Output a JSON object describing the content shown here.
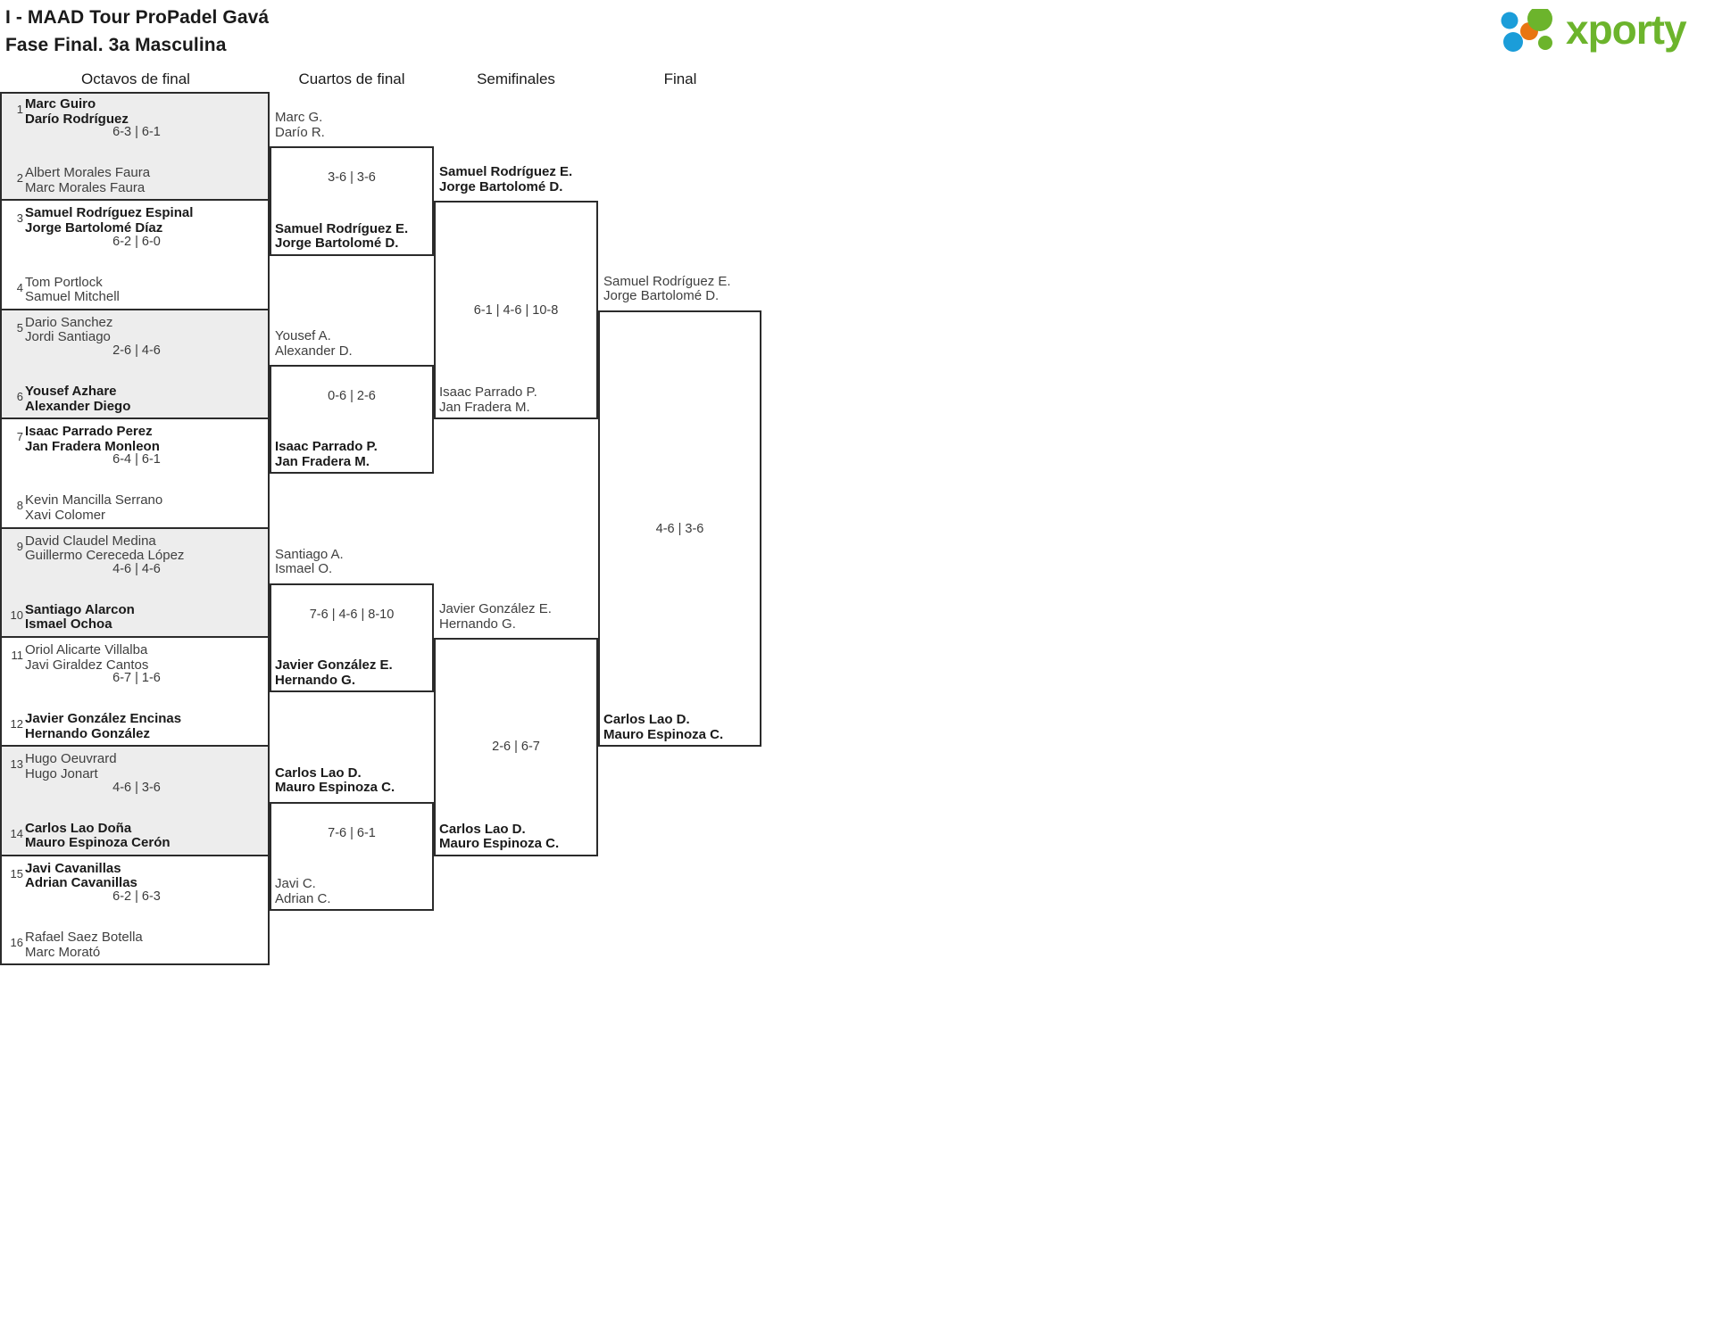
{
  "header": {
    "title_line1": "I - MAAD Tour ProPadel Gavá",
    "title_line2": "Fase Final. 3a Masculina",
    "logo_text": "xporty",
    "logo_colors": {
      "green": "#6cb42c",
      "blue": "#1b9dd9",
      "orange": "#e87511"
    }
  },
  "rounds": [
    {
      "label": "Octavos de final"
    },
    {
      "label": "Cuartos de final"
    },
    {
      "label": "Semifinales"
    },
    {
      "label": "Final"
    }
  ],
  "round1": {
    "seeds": [
      "1",
      "2",
      "3",
      "4",
      "5",
      "6",
      "7",
      "8",
      "9",
      "10",
      "11",
      "12",
      "13",
      "14",
      "15",
      "16"
    ],
    "teams": [
      {
        "p1": "Marc Guiro",
        "p2": "Darío Rodríguez",
        "winner": true
      },
      {
        "p1": "Albert Morales Faura",
        "p2": "Marc Morales Faura",
        "winner": false
      },
      {
        "p1": "Samuel Rodríguez Espinal",
        "p2": "Jorge Bartolomé Díaz",
        "winner": true
      },
      {
        "p1": "Tom Portlock",
        "p2": "Samuel Mitchell",
        "winner": false
      },
      {
        "p1": "Dario Sanchez",
        "p2": "Jordi Santiago",
        "winner": false
      },
      {
        "p1": "Yousef Azhare",
        "p2": "Alexander Diego",
        "winner": true
      },
      {
        "p1": "Isaac Parrado Perez",
        "p2": "Jan Fradera Monleon",
        "winner": true
      },
      {
        "p1": "Kevin Mancilla Serrano",
        "p2": "Xavi Colomer",
        "winner": false
      },
      {
        "p1": "David Claudel Medina",
        "p2": "Guillermo Cereceda López",
        "winner": false
      },
      {
        "p1": "Santiago Alarcon",
        "p2": "Ismael Ochoa",
        "winner": true
      },
      {
        "p1": "Oriol Alicarte Villalba",
        "p2": "Javi Giraldez Cantos",
        "winner": false
      },
      {
        "p1": "Javier González Encinas",
        "p2": "Hernando González",
        "winner": true
      },
      {
        "p1": "Hugo Oeuvrard",
        "p2": "Hugo Jonart",
        "winner": false
      },
      {
        "p1": "Carlos Lao Doña",
        "p2": "Mauro Espinoza Cerón",
        "winner": true
      },
      {
        "p1": "Javi Cavanillas",
        "p2": "Adrian Cavanillas",
        "winner": true
      },
      {
        "p1": "Rafael Saez Botella",
        "p2": "Marc Morató",
        "winner": false
      }
    ],
    "scores": [
      "6-3 | 6-1",
      "6-2 | 6-0",
      "2-6 | 4-6",
      "6-4 | 6-1",
      "4-6 | 4-6",
      "6-7 | 1-6",
      "4-6 | 3-6",
      "6-2 | 6-3"
    ]
  },
  "quarterfinals": {
    "teams": [
      {
        "p1": "Marc G.",
        "p2": "Darío R.",
        "winner": false
      },
      {
        "p1": "Samuel Rodríguez E.",
        "p2": "Jorge Bartolomé D.",
        "winner": true
      },
      {
        "p1": "Yousef A.",
        "p2": "Alexander D.",
        "winner": false
      },
      {
        "p1": "Isaac Parrado P.",
        "p2": "Jan Fradera M.",
        "winner": true
      },
      {
        "p1": "Santiago A.",
        "p2": "Ismael O.",
        "winner": false
      },
      {
        "p1": "Javier González E.",
        "p2": "Hernando G.",
        "winner": true
      },
      {
        "p1": "Carlos Lao D.",
        "p2": "Mauro Espinoza C.",
        "winner": true
      },
      {
        "p1": "Javi C.",
        "p2": "Adrian C.",
        "winner": false
      }
    ],
    "scores": [
      "3-6 | 3-6",
      "0-6 | 2-6",
      "7-6 | 4-6 | 8-10",
      "7-6 | 6-1"
    ]
  },
  "semifinals": {
    "teams": [
      {
        "p1": "Samuel Rodríguez E.",
        "p2": "Jorge Bartolomé D.",
        "winner": true
      },
      {
        "p1": "Isaac Parrado P.",
        "p2": "Jan Fradera M.",
        "winner": false
      },
      {
        "p1": "Javier González E.",
        "p2": "Hernando G.",
        "winner": false
      },
      {
        "p1": "Carlos Lao D.",
        "p2": "Mauro Espinoza C.",
        "winner": true
      }
    ],
    "scores": [
      "6-1 | 4-6 | 10-8",
      "2-6 | 6-7"
    ]
  },
  "final": {
    "teams": [
      {
        "p1": "Samuel Rodríguez E.",
        "p2": "Jorge Bartolomé D.",
        "winner": false
      },
      {
        "p1": "Carlos Lao D.",
        "p2": "Mauro Espinoza C.",
        "winner": true
      }
    ],
    "scores": [
      "4-6 | 3-6"
    ]
  }
}
